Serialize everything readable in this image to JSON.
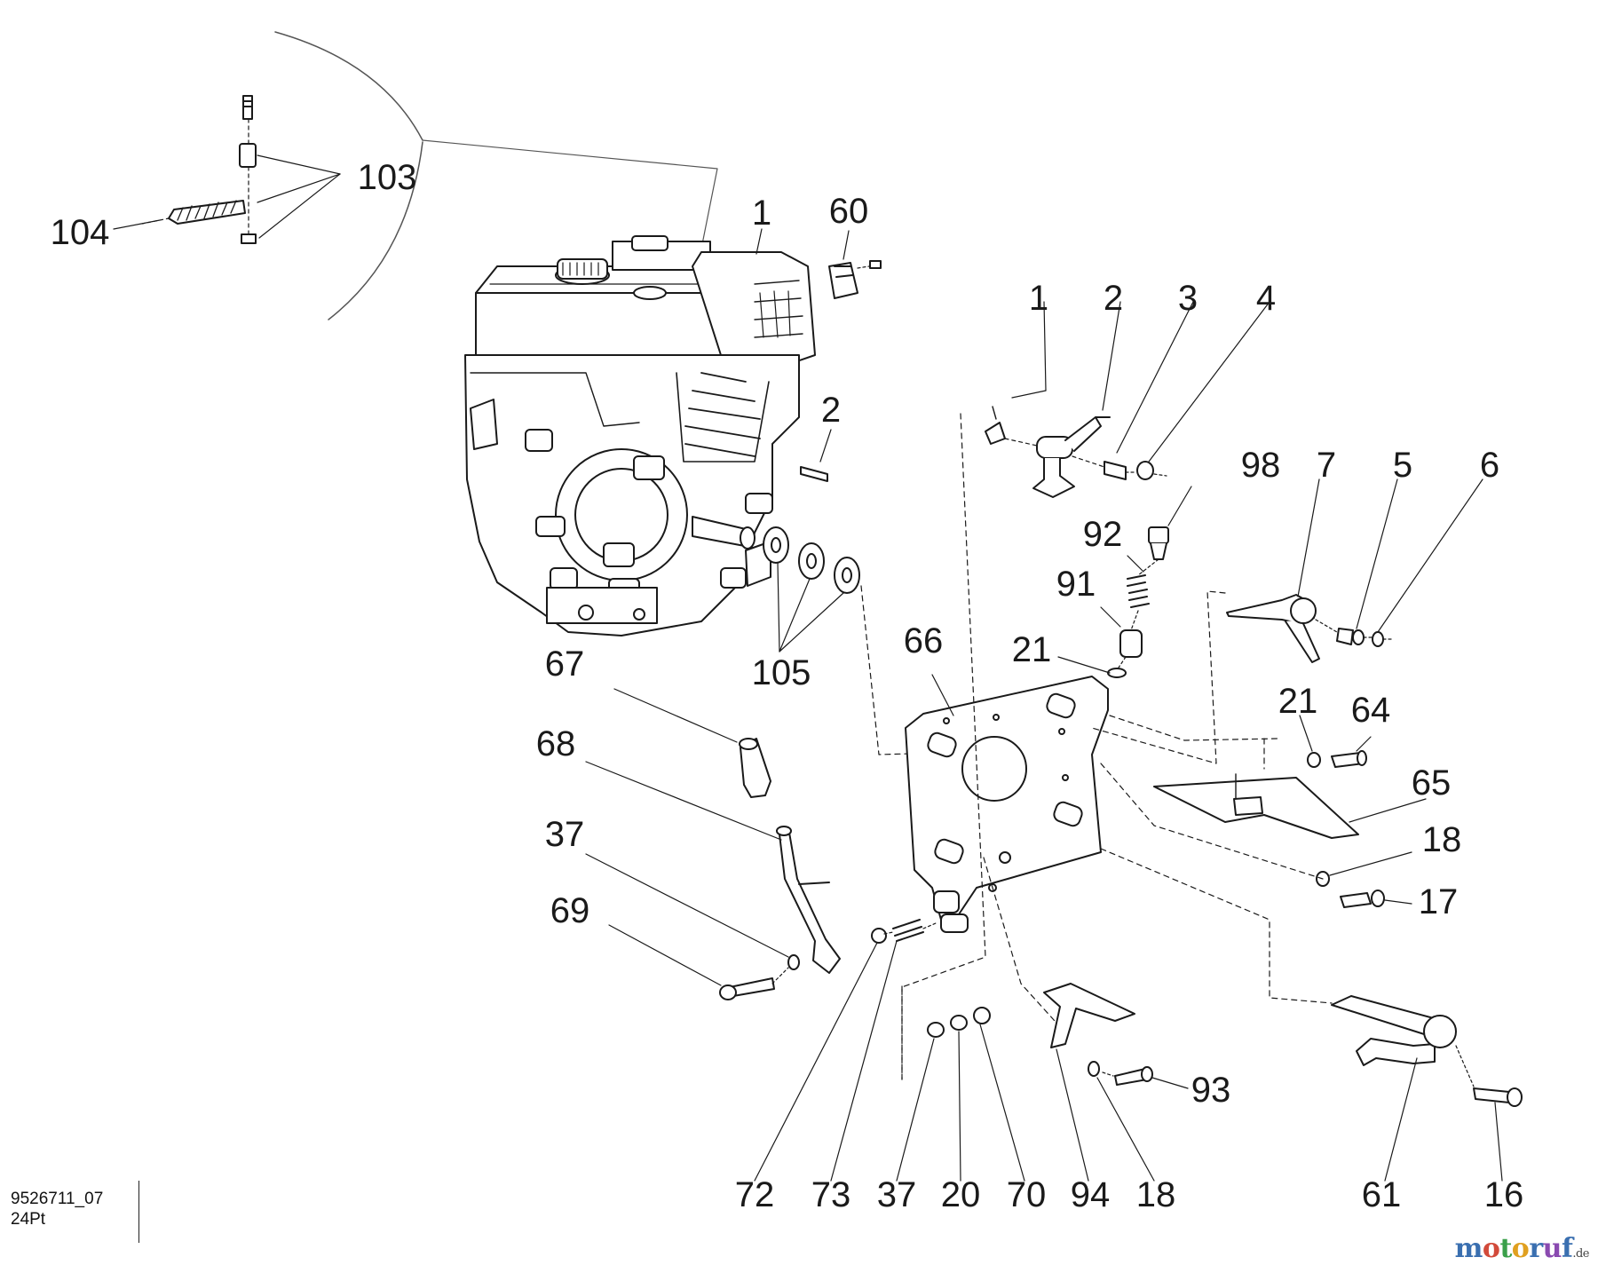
{
  "document": {
    "id": "9526711_07",
    "sub": "24Pt",
    "brand": {
      "m": "m",
      "o1": "o",
      "t": "t",
      "o2": "o",
      "r": "r",
      "u": "u",
      "f": "f",
      "de": ".de"
    }
  },
  "callouts": {
    "c104": "104",
    "c103": "103",
    "c1a": "1",
    "c60": "60",
    "c1b": "1",
    "c2b": "2",
    "c3": "3",
    "c4": "4",
    "c2a": "2",
    "c98": "98",
    "c7": "7",
    "c5": "5",
    "c6": "6",
    "c92": "92",
    "c91": "91",
    "c66": "66",
    "c21a": "21",
    "c105": "105",
    "c67": "67",
    "c68": "68",
    "c21b": "21",
    "c64": "64",
    "c65": "65",
    "c37a": "37",
    "c18a": "18",
    "c17": "17",
    "c69": "69",
    "c93": "93",
    "c72": "72",
    "c73": "73",
    "c37b": "37",
    "c20": "20",
    "c70": "70",
    "c94": "94",
    "c18b": "18",
    "c61": "61",
    "c16": "16"
  }
}
